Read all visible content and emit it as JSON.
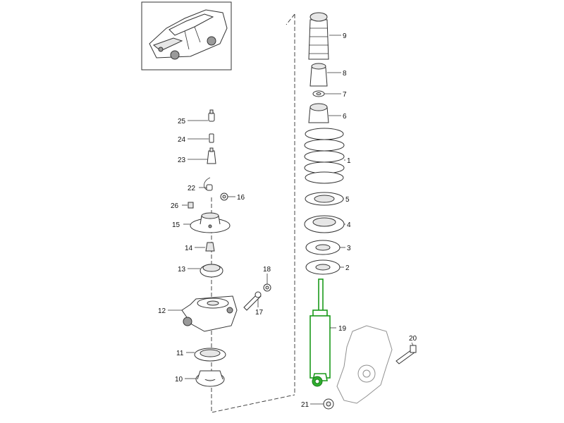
{
  "colors": {
    "line": "#333333",
    "highlight": "#1a9a1a",
    "background": "#ffffff"
  },
  "parts": [
    {
      "no": "1"
    },
    {
      "no": "2"
    },
    {
      "no": "3"
    },
    {
      "no": "4"
    },
    {
      "no": "5"
    },
    {
      "no": "6"
    },
    {
      "no": "7"
    },
    {
      "no": "8"
    },
    {
      "no": "9"
    },
    {
      "no": "10"
    },
    {
      "no": "11"
    },
    {
      "no": "12"
    },
    {
      "no": "13"
    },
    {
      "no": "14"
    },
    {
      "no": "15"
    },
    {
      "no": "16"
    },
    {
      "no": "17"
    },
    {
      "no": "18"
    },
    {
      "no": "19"
    },
    {
      "no": "20"
    },
    {
      "no": "21"
    },
    {
      "no": "22"
    },
    {
      "no": "23"
    },
    {
      "no": "24"
    },
    {
      "no": "25"
    },
    {
      "no": "26"
    }
  ],
  "highlighted_part": "19"
}
